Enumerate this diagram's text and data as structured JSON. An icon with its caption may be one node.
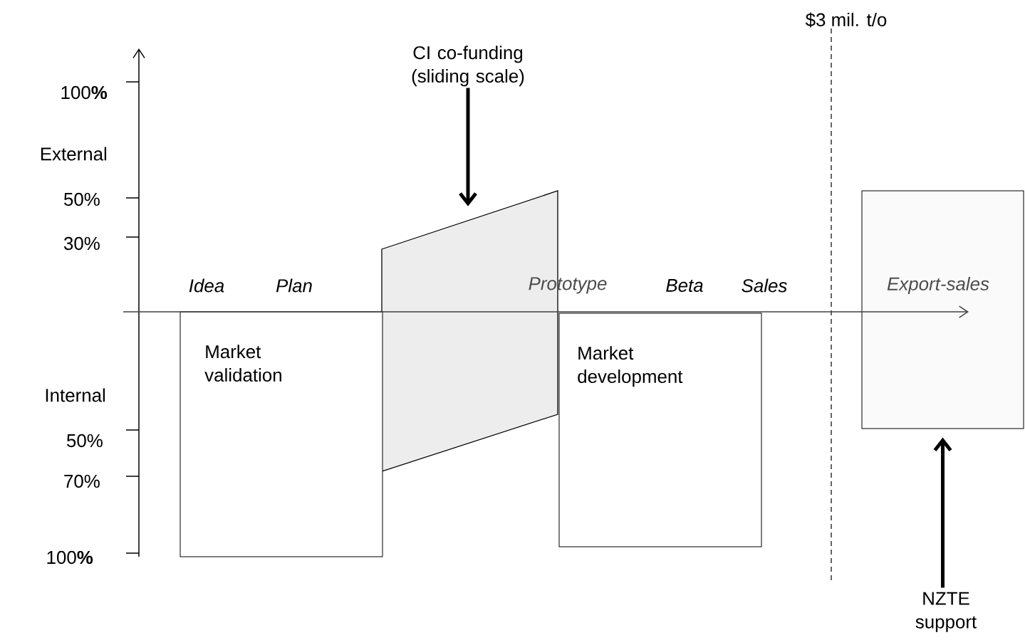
{
  "diagram": {
    "nodes": [
      {
        "text": [
          "CI co-funding (sliding scale)"
        ]
      },
      {
        "text": [],
        "shape": "parallelogram"
      },
      {
        "text": [
          "Market validation"
        ]
      },
      {
        "text": [
          "Market development"
        ]
      },
      {
        "text": [],
        "shape": "box"
      },
      {
        "text": [
          "NZTE support"
        ]
      }
    ],
    "edges": [
      {
        "from": 0,
        "to": 1,
        "arrow": "to"
      },
      {
        "from": 5,
        "to": 4,
        "arrow": "to"
      }
    ],
    "labels": [
      "100**%**",
      "External",
      "50%",
      "30%",
      "Internal",
      "50%",
      "70%",
      "100**%**",
      "Idea",
      "Plan",
      "Prototype",
      "Beta",
      "Sales",
      "Export-sales",
      "$3 mil. t/o"
    ]
  }
}
